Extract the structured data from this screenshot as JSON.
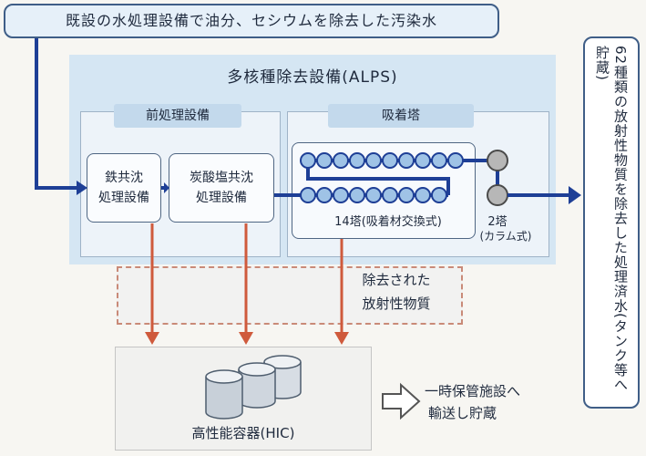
{
  "top_banner": "既設の水処理設備で油分、セシウムを除去した汚染水",
  "alps": {
    "title": "多核種除去設備(ALPS)",
    "pretreatment": {
      "label": "前処理設備",
      "iron_unit": "鉄共沈\n処理設備",
      "carbonate_unit": "炭酸塩共沈\n処理設備"
    },
    "adsorption": {
      "label": "吸着塔",
      "towers_14": "14塔(吸着材交換式)",
      "towers_2_line1": "2塔",
      "towers_2_line2": "(カラム式)"
    }
  },
  "removed": {
    "line1": "除去された",
    "line2": "放射性物質"
  },
  "hic": {
    "label": "高性能容器(HIC)"
  },
  "transport": {
    "line1": "一時保管施設へ",
    "line2": "輸送し貯蔵"
  },
  "output_text": "62種類の放射性物質を除去した処理済水(タンク等へ貯蔵)",
  "colors": {
    "flow_arrow": "#1e3f96",
    "waste_arrow": "#cf5a3c",
    "border": "#3f5e87"
  }
}
